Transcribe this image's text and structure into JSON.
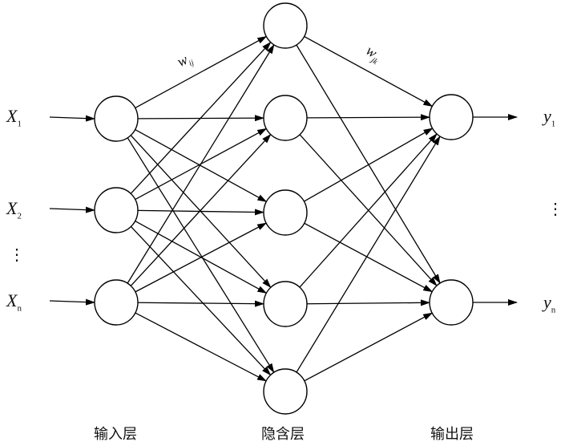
{
  "inputs": [
    {
      "base": "X",
      "sub": "1"
    },
    {
      "base": "X",
      "sub": "2"
    },
    {
      "base": "X",
      "sub": "n"
    }
  ],
  "outputs": [
    {
      "base": "y",
      "sub": "1"
    },
    {
      "base": "y",
      "sub": "n"
    }
  ],
  "vdots": "⋮",
  "hidden_count": 5,
  "weights": {
    "input_hidden": {
      "base": "w",
      "sub": "ij"
    },
    "hidden_output": {
      "base": "w",
      "sub": "jk"
    }
  },
  "layers": {
    "input": "输入层",
    "hidden": "隐含层",
    "output": "输出层"
  }
}
